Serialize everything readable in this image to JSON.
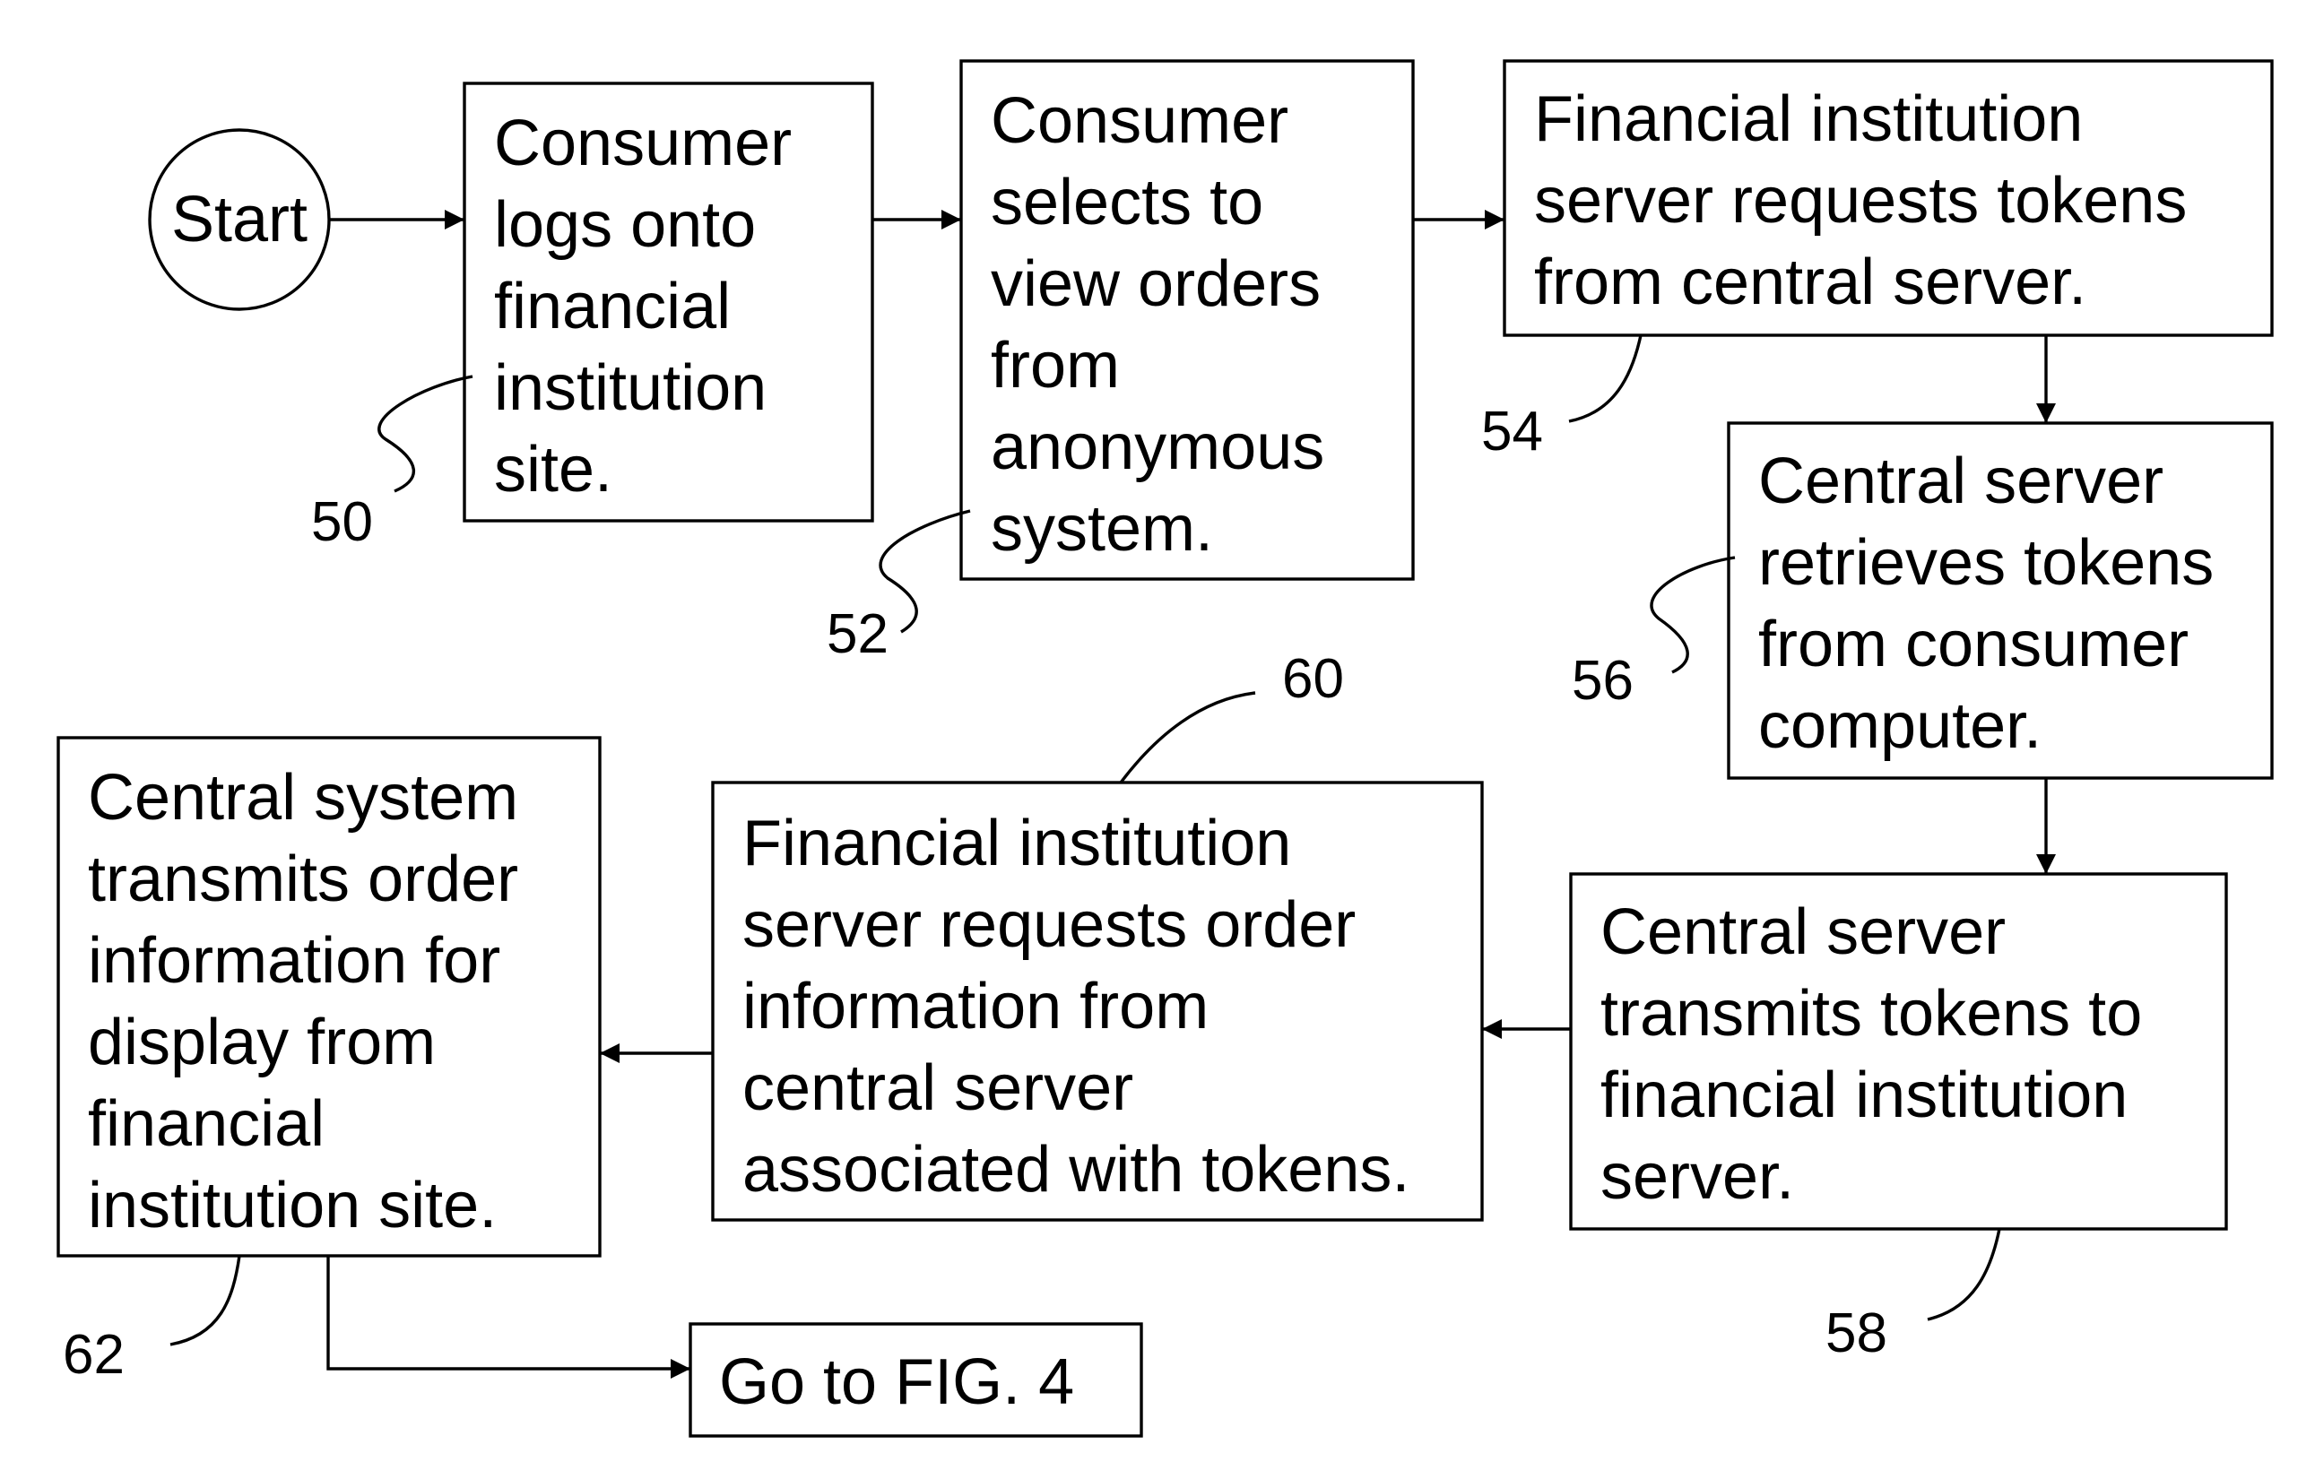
{
  "diagram": {
    "start": "Start",
    "steps": {
      "s50": [
        "Consumer",
        "logs onto",
        "financial",
        "institution",
        "site."
      ],
      "s52": [
        "Consumer",
        "selects to",
        "view orders",
        "from",
        "anonymous",
        "system."
      ],
      "s54": [
        "Financial institution",
        "server requests tokens",
        "from central server."
      ],
      "s56": [
        "Central server",
        "retrieves tokens",
        "from consumer",
        "computer."
      ],
      "s58": [
        "Central server",
        "transmits tokens to",
        "financial institution",
        "server."
      ],
      "s60": [
        "Financial institution",
        "server requests order",
        "information from",
        "central server",
        "associated with tokens."
      ],
      "s62": [
        "Central system",
        "transmits order",
        "information for",
        "display from",
        "financial",
        "institution site."
      ]
    },
    "goto": "Go to FIG. 4",
    "refs": {
      "r50": "50",
      "r52": "52",
      "r54": "54",
      "r56": "56",
      "r58": "58",
      "r60": "60",
      "r62": "62"
    }
  }
}
